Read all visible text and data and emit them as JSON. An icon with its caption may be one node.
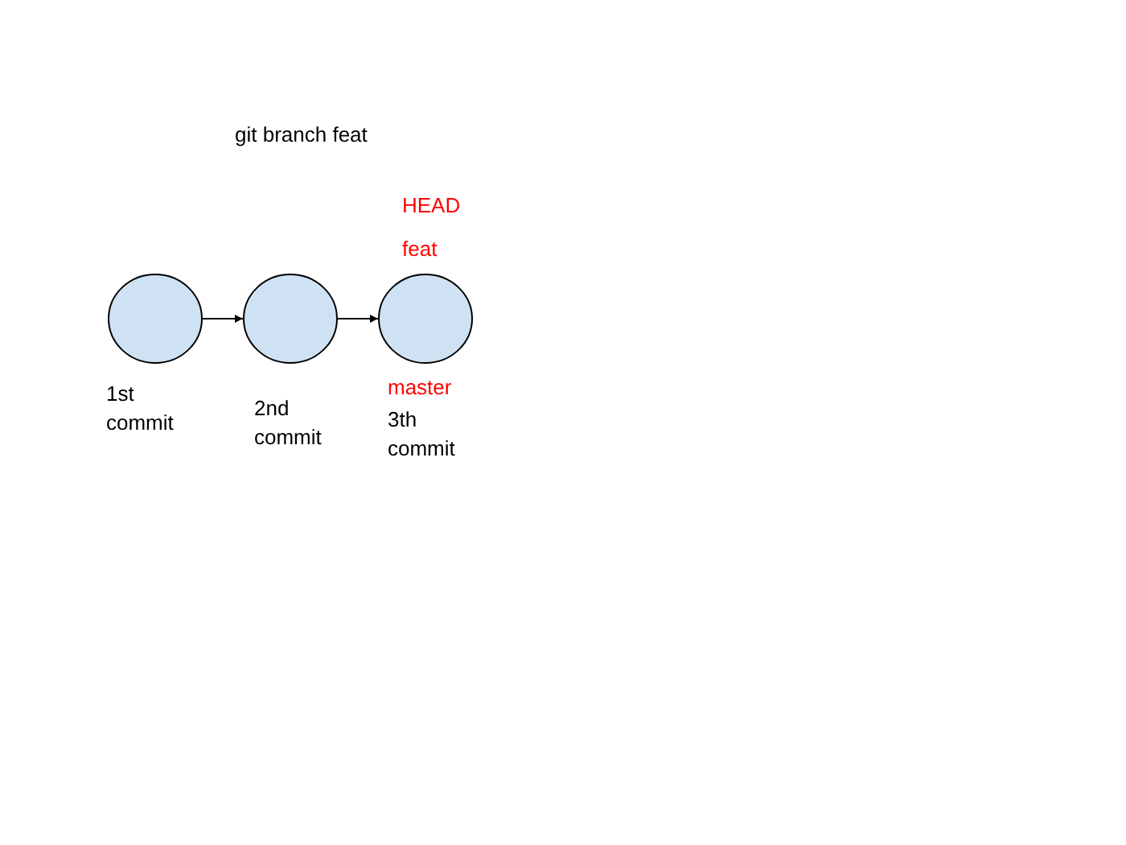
{
  "diagram": {
    "title": "git branch feat",
    "nodes": [
      {
        "text": [],
        "shape": "circle",
        "beside": [
          "1st commit"
        ]
      },
      {
        "text": [],
        "shape": "circle",
        "beside": [
          "2nd commit"
        ]
      },
      {
        "text": [],
        "shape": "circle",
        "beside": [
          "3th commit"
        ]
      }
    ],
    "edges": [
      {
        "from": 0,
        "to": 1,
        "arrow": "to"
      },
      {
        "from": 1,
        "to": 2,
        "arrow": "to"
      }
    ],
    "labels": [
      "HEAD",
      "feat",
      "master"
    ]
  }
}
